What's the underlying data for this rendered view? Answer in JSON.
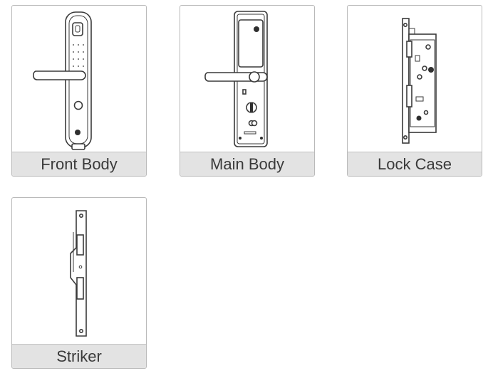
{
  "items": [
    {
      "label": "Front Body",
      "icon": "front-body-lock-drawing"
    },
    {
      "label": "Main Body",
      "icon": "main-body-lock-drawing"
    },
    {
      "label": "Lock Case",
      "icon": "lock-case-drawing"
    },
    {
      "label": "Striker",
      "icon": "striker-plate-drawing"
    }
  ],
  "colors": {
    "label_bg": "#e3e3e3",
    "border": "#b9b9b9",
    "text": "#3a3a3a"
  }
}
